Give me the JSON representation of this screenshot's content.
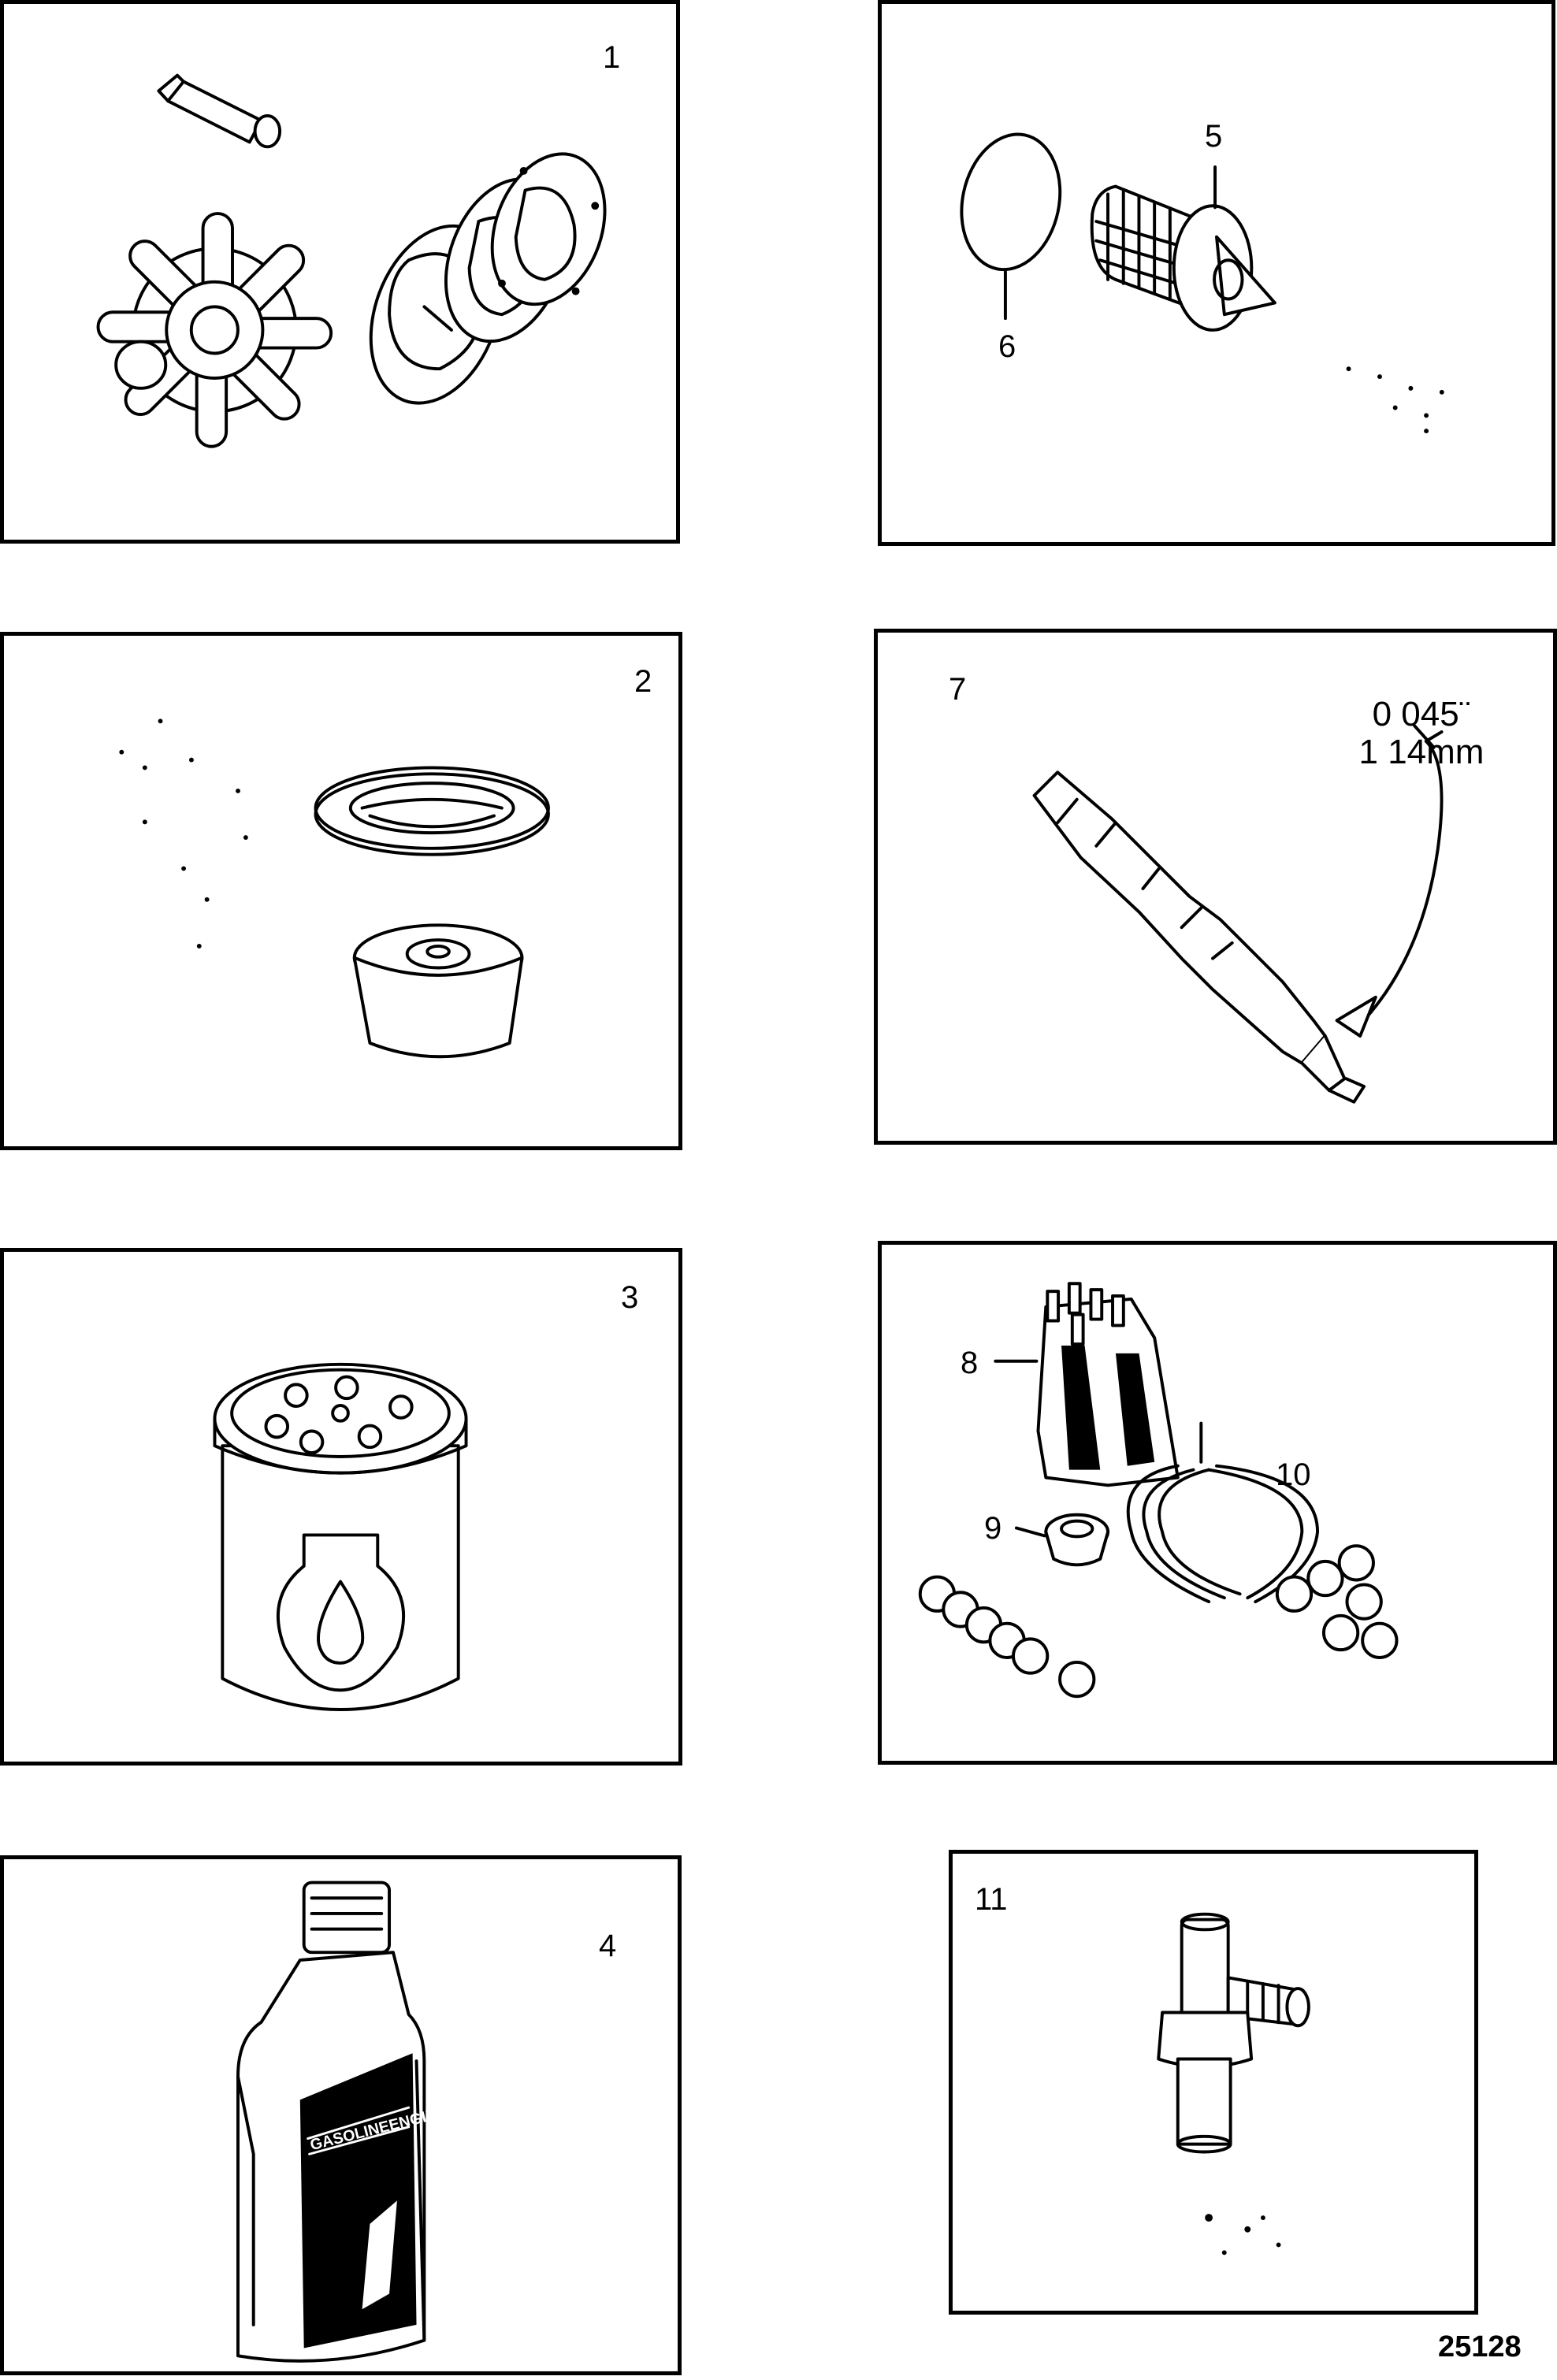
{
  "figure_number": "25128",
  "panels": [
    {
      "id": "1",
      "labels": [
        "1"
      ]
    },
    {
      "id": "2",
      "labels": [
        "2"
      ]
    },
    {
      "id": "3",
      "labels": [
        "3"
      ]
    },
    {
      "id": "4",
      "labels": [
        "4"
      ],
      "bottle_label": "GASOLINEENGINEOIL"
    },
    {
      "id": "5-6",
      "labels": [
        "5",
        "6"
      ]
    },
    {
      "id": "7",
      "labels": [
        "7"
      ],
      "gap_inch": "0 045¨",
      "gap_mm": "1 14mm"
    },
    {
      "id": "8-10",
      "labels": [
        "8",
        "9",
        "10"
      ]
    },
    {
      "id": "11",
      "labels": [
        "11"
      ]
    }
  ]
}
